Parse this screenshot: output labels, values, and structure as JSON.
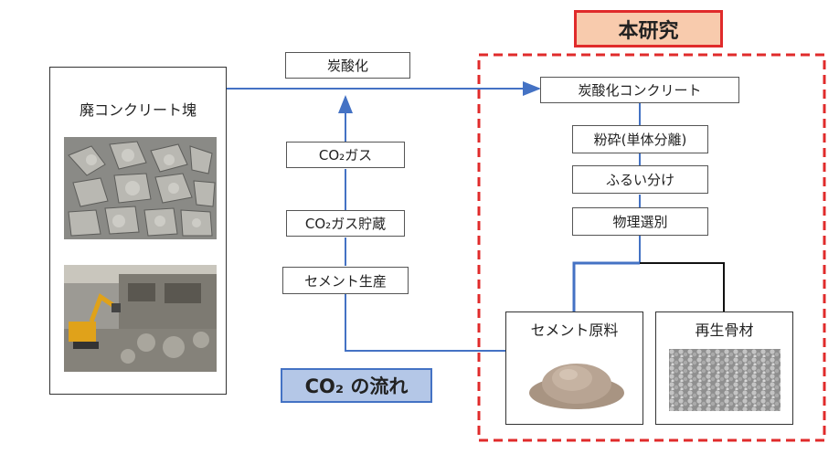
{
  "research_label": "本研究",
  "flow_label": "CO₂ の流れ",
  "waste_panel": {
    "label": "廃コンクリート塊",
    "photo1": "rubble-pile-photo",
    "photo2": "demolition-excavator-photo"
  },
  "left_chain": {
    "carbonation": "炭酸化",
    "co2_gas": "CO₂ガス",
    "co2_storage": "CO₂ガス貯蔵",
    "cement_production": "セメント生産"
  },
  "right_chain": {
    "carbonated_concrete": "炭酸化コンクリート",
    "crushing": "粉砕(単体分離)",
    "sieving": "ふるい分け",
    "physical_sorting": "物理選別"
  },
  "outputs": {
    "cement_material": "セメント原料",
    "recycled_aggregate": "再生骨材"
  },
  "colors": {
    "arrow_blue": "#4472c4",
    "dashed_red": "#e02b2b",
    "title_fill": "#f8cbad",
    "flow_fill": "#b4c7e7"
  }
}
